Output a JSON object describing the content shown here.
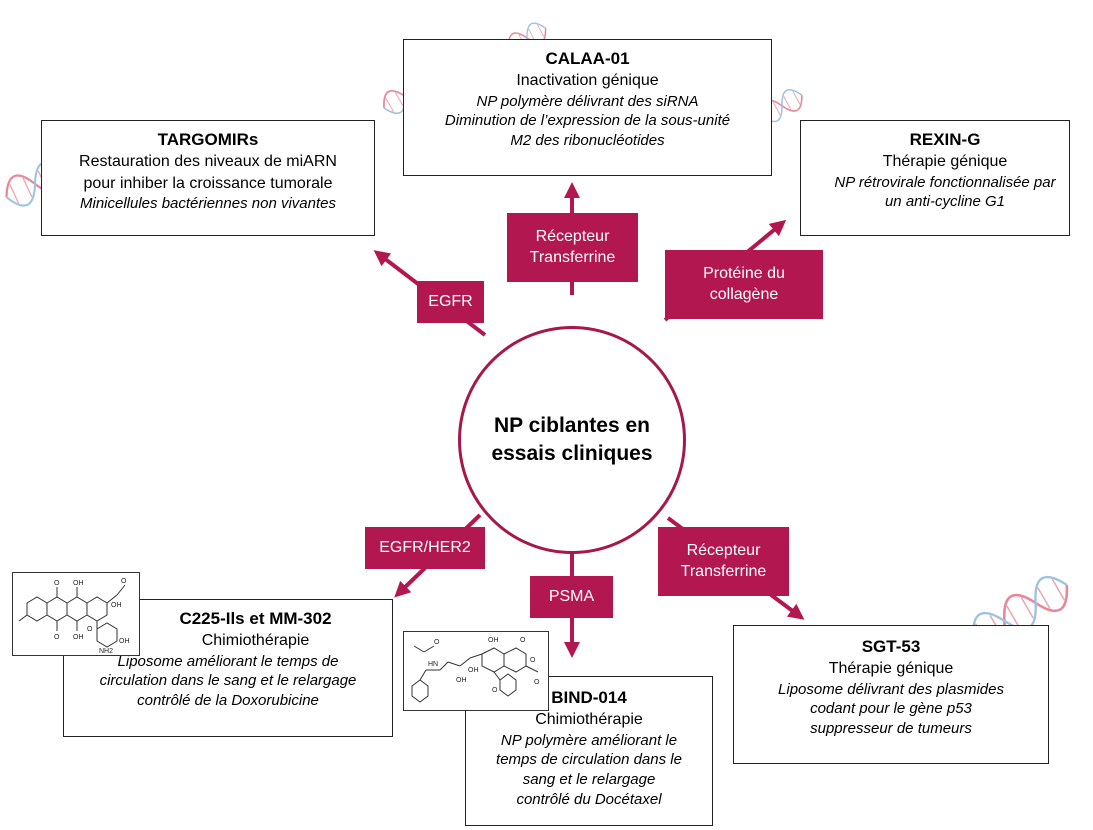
{
  "center": {
    "line1": "NP ciblantes en",
    "line2": "essais cliniques"
  },
  "nodes": {
    "calaa": {
      "title": "CALAA-01",
      "subtitle": "Inactivation génique",
      "desc1": "NP polymère délivrant des siRNA",
      "desc2": "Diminution de l’expression de la sous-unité",
      "desc3": "M2 des ribonucléotides"
    },
    "targomirs": {
      "title": "TARGOMIRs",
      "line1": "Restauration des niveaux de miARN",
      "line2": "pour inhiber la croissance tumorale",
      "desc1": "Minicellules bactériennes non vivantes"
    },
    "rexin": {
      "title": "REXIN-G",
      "subtitle": "Thérapie génique",
      "desc1": "NP rétrovirale fonctionnalisée par",
      "desc2": "un anti-cycline G1"
    },
    "c225": {
      "title": "C225-Ils et MM-302",
      "subtitle": "Chimiothérapie",
      "desc1": "Liposome améliorant le temps de",
      "desc2": "circulation dans le sang et le relargage",
      "desc3": "contrôlé de la Doxorubicine"
    },
    "bind": {
      "title": "BIND-014",
      "subtitle": "Chimiothérapie",
      "desc1": "NP polymère améliorant le",
      "desc2": "temps de circulation dans le",
      "desc3": "sang et le relargage",
      "desc4": "contrôlé du Docétaxel"
    },
    "sgt": {
      "title": "SGT-53",
      "subtitle": "Thérapie génique",
      "desc1": "Liposome délivrant des plasmides",
      "desc2": "codant pour le gène p53",
      "desc3": "suppresseur de tumeurs"
    }
  },
  "tags": {
    "egfr": "EGFR",
    "transferrin_top_1": "Récepteur",
    "transferrin_top_2": "Transferrine",
    "collagen_1": "Protéine du",
    "collagen_2": "collagène",
    "egfr_her2": "EGFR/HER2",
    "psma": "PSMA",
    "transferrin_bot_1": "Récepteur",
    "transferrin_bot_2": "Transferrine"
  },
  "colors": {
    "accent": "#b3174f",
    "circle": "#a51848",
    "dna": "#e87a8c"
  },
  "molecule_labels": {
    "doxo": [
      "O",
      "OH",
      "O",
      "OH",
      "O",
      "OH",
      "O",
      "OH",
      "NH2"
    ],
    "doce": [
      "HN",
      "O",
      "OH",
      "OH",
      "O",
      "OH",
      "O",
      "O",
      "O"
    ]
  }
}
